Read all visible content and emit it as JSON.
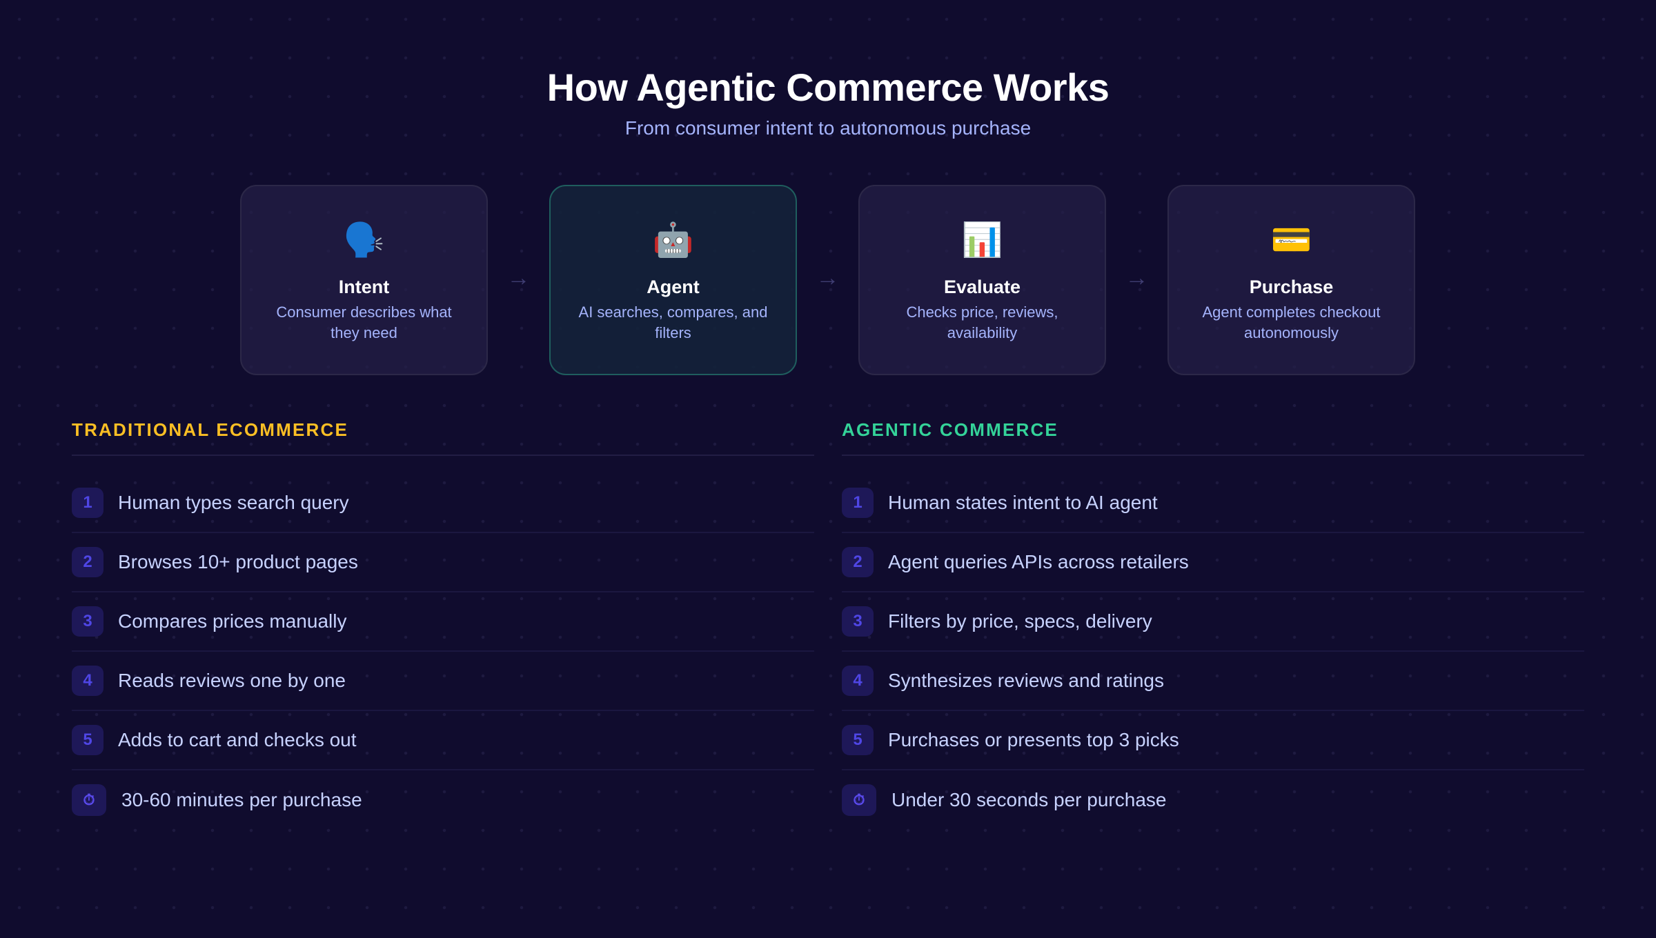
{
  "header": {
    "title": "How Agentic Commerce Works",
    "subtitle": "From consumer intent to autonomous purchase"
  },
  "flow": {
    "arrow_glyph": "→",
    "steps": [
      {
        "icon": "🗣️",
        "icon_name": "speaking-head-icon",
        "title": "Intent",
        "description": "Consumer describes what they need",
        "highlighted": false
      },
      {
        "icon": "🤖",
        "icon_name": "robot-icon",
        "title": "Agent",
        "description": "AI searches, compares, and filters",
        "highlighted": true
      },
      {
        "icon": "📊",
        "icon_name": "bar-chart-icon",
        "title": "Evaluate",
        "description": "Checks price, reviews, availability",
        "highlighted": false
      },
      {
        "icon": "💳",
        "icon_name": "credit-card-icon",
        "title": "Purchase",
        "description": "Agent completes checkout autonomously",
        "highlighted": false
      }
    ]
  },
  "traditional": {
    "heading": "TRADITIONAL ECOMMERCE",
    "accent_color": "#fbbf24",
    "steps": [
      {
        "number": "1",
        "text": "Human types search query"
      },
      {
        "number": "2",
        "text": "Browses 10+ product pages"
      },
      {
        "number": "3",
        "text": "Compares prices manually"
      },
      {
        "number": "4",
        "text": "Reads reviews one by one"
      },
      {
        "number": "5",
        "text": "Adds to cart and checks out"
      }
    ],
    "time": {
      "icon": "⏱",
      "icon_name": "stopwatch-icon",
      "text": "30-60 minutes per purchase"
    }
  },
  "agentic": {
    "heading": "AGENTIC COMMERCE",
    "accent_color": "#34d399",
    "steps": [
      {
        "number": "1",
        "text": "Human states intent to AI agent"
      },
      {
        "number": "2",
        "text": "Agent queries APIs across retailers"
      },
      {
        "number": "3",
        "text": "Filters by price, specs, delivery"
      },
      {
        "number": "4",
        "text": "Synthesizes reviews and ratings"
      },
      {
        "number": "5",
        "text": "Purchases or presents top 3 picks"
      }
    ],
    "time": {
      "icon": "⏱",
      "icon_name": "stopwatch-icon",
      "text": "Under 30 seconds per purchase"
    }
  },
  "colors": {
    "background": "#100c2e",
    "card_bg": "#1c1839",
    "card_border": "#2c2848",
    "highlight_card_bg": "#13203a",
    "highlight_card_border": "#1f5e5e",
    "subtitle": "#a5b4fc",
    "list_text": "#c7d2fe",
    "badge_bg": "#1e1858",
    "badge_text": "#4f46e5",
    "arrow": "#3f3d72"
  }
}
